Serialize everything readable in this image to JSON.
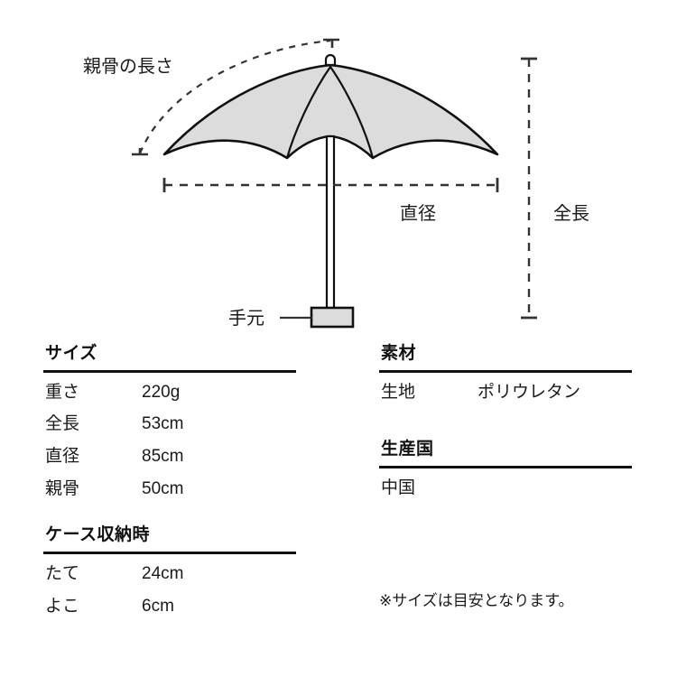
{
  "diagram": {
    "title": "umbrella-dimension-diagram",
    "labels": {
      "rib_length": "親骨の長さ",
      "diameter": "直径",
      "total_length": "全長",
      "handle": "手元"
    },
    "colors": {
      "canopy_fill": "#dcdcdc",
      "outline": "#111111",
      "dimension_line": "#333333",
      "handle_fill": "#dcdcdc",
      "background": "#ffffff"
    }
  },
  "specs": {
    "left": {
      "size": {
        "heading": "サイズ",
        "rows": [
          {
            "label": "重さ",
            "value": "220g"
          },
          {
            "label": "全長",
            "value": "53cm"
          },
          {
            "label": "直径",
            "value": "85cm"
          },
          {
            "label": "親骨",
            "value": "50cm"
          }
        ]
      },
      "case": {
        "heading": "ケース収納時",
        "rows": [
          {
            "label": "たて",
            "value": "24cm"
          },
          {
            "label": "よこ",
            "value": "6cm"
          }
        ]
      }
    },
    "right": {
      "material": {
        "heading": "素材",
        "rows": [
          {
            "label": "生地",
            "value": "ポリウレタン"
          }
        ]
      },
      "origin": {
        "heading": "生産国",
        "rows": [
          {
            "label": "中国",
            "value": ""
          }
        ]
      },
      "note": "※サイズは目安となります。"
    }
  }
}
